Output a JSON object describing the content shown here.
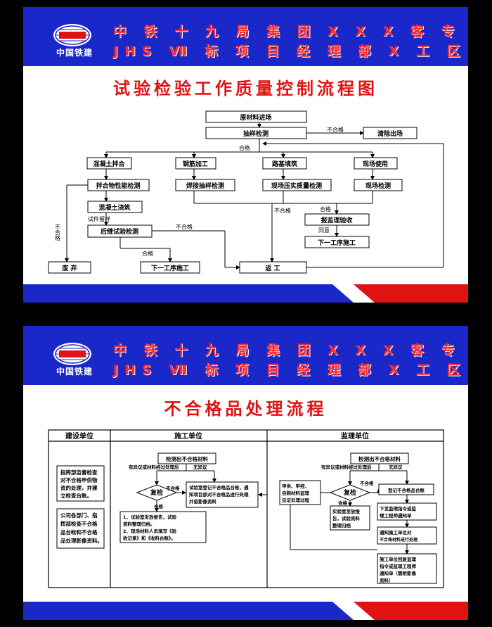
{
  "header": {
    "logo_label": "中国铁建",
    "line1": "中 铁 十 九 局 集 团 X X X 客 专",
    "line2": "JHS Ⅶ 标 项 目 经 理 部 X 工 区 实 验 室"
  },
  "chart1": {
    "title": "试验检验工作质量控制流程图",
    "nodes": {
      "raw": "原材料进场",
      "sampling": "抽样检测",
      "clear": "清除出场",
      "mix": "混凝土拌合",
      "rebar": "钢筋加工",
      "roadbed": "路基填筑",
      "use": "现场使用",
      "mixtest": "拌合物性能检测",
      "weld": "焊接抽样检测",
      "compaction": "现场压实质量检测",
      "fieldtest": "现场检测",
      "pour": "混凝土浇筑",
      "supervise": "报监理验收",
      "latetest": "后继试验检测",
      "nextproc_r": "下一工序施工",
      "scrap": "废 弃",
      "nextproc": "下一工序施工",
      "rework": "返 工"
    },
    "labels": {
      "fail1": "不合格",
      "pass1": "合格",
      "specimen": "试件留样",
      "fail2": "不合格",
      "fail3": "不合格",
      "pass2": "合格",
      "agree": "同意",
      "fail_v": "不合格",
      "pass3": "合格"
    }
  },
  "chart2": {
    "title": "不合格品处理流程",
    "columns": [
      "建设单位",
      "施工单位",
      "监理单位"
    ],
    "owner": {
      "box1": [
        "指挥部监督检查",
        "对不合格甲供物",
        "资的处理，并建",
        "立检查台账。"
      ],
      "box2": [
        "公司各部门、指",
        "挥部检查不合格",
        "品台帐和不合格",
        "品处理影像资料。"
      ]
    },
    "contractor": {
      "detect": "检测出不合格材料",
      "objection": "有异议或材料经过处理后",
      "no_objection": "无异议",
      "recheck": "复检",
      "fail": "不合格",
      "pass": "合格",
      "register": [
        "试验室登记不合格品台账，通",
        "知项目部对不合格品进行处理",
        "并留影像资料"
      ],
      "report": [
        "1、试验室发放报告，试验",
        "资料整理归档。",
        "2、现场材料人员填写《验",
        "收记录》和《收料台账》。"
      ]
    },
    "supervisor": {
      "detect": "检测出不合格材料",
      "objection": "有异议或材料经过处理后",
      "no_objection": "无异议",
      "recheck": "复检",
      "fail": "不合格",
      "pass": "合格",
      "register": "登记不合格品台账",
      "party": [
        "甲供、甲控、",
        "自购材料监理",
        "见证处理过程"
      ],
      "lab_report": [
        "实验室发放报",
        "告，试验资料",
        "整理归档"
      ],
      "notice1": [
        "下发监理指令或监",
        "理工程师通知单"
      ],
      "notice2": [
        "通知施工单位对",
        "不合格材料进行处理"
      ],
      "notice3": [
        "施工单位回复监理",
        "指令或监理工程师",
        "通知单（需附影像",
        "资料）"
      ]
    }
  }
}
